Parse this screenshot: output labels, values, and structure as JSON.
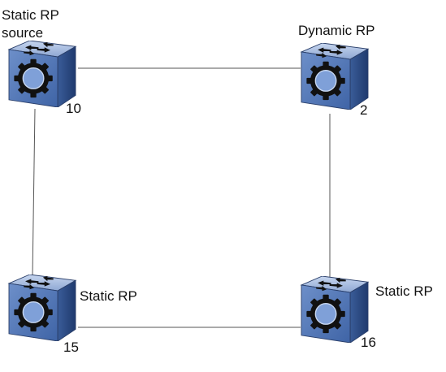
{
  "nodes": [
    {
      "id": "10",
      "number": "10",
      "label_line1": "Static RP",
      "label_line2": "source",
      "icon": "router-icon"
    },
    {
      "id": "2",
      "number": "2",
      "label_line1": "Dynamic RP",
      "icon": "router-icon"
    },
    {
      "id": "15",
      "number": "15",
      "label_line1": "Static RP",
      "icon": "router-icon"
    },
    {
      "id": "16",
      "number": "16",
      "label_line1": "Static RP",
      "icon": "router-icon"
    }
  ],
  "links": [
    {
      "from": "10",
      "to": "2"
    },
    {
      "from": "10",
      "to": "15"
    },
    {
      "from": "2",
      "to": "16"
    },
    {
      "from": "15",
      "to": "16"
    }
  ],
  "colors": {
    "router_top": "#9fb6dc",
    "router_front": "#5b7fbd",
    "router_side": "#2f4f8a",
    "link": "#555555"
  }
}
